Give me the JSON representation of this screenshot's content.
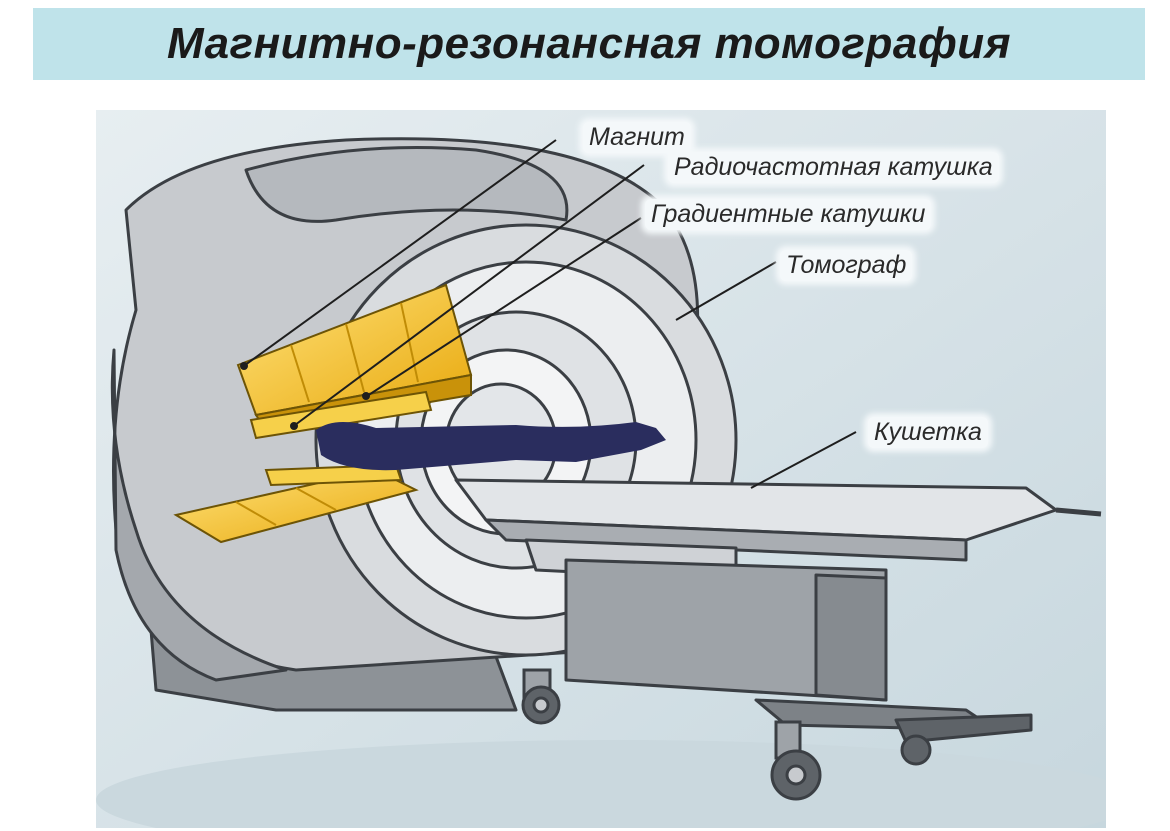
{
  "title": "Магнитно-резонансная томография",
  "labels": {
    "magnet": "Магнит",
    "rf_coil": "Радиочастотная катушка",
    "gradient_coils": "Градиентные катушки",
    "scanner": "Томограф",
    "couch": "Кушетка"
  },
  "colors": {
    "title_background": "#bfe3ea",
    "scene_background": "#dbe6eb",
    "machine_body": "#c9ccd0",
    "coils": "#f2c21b",
    "patient": "#2a2d5e"
  }
}
